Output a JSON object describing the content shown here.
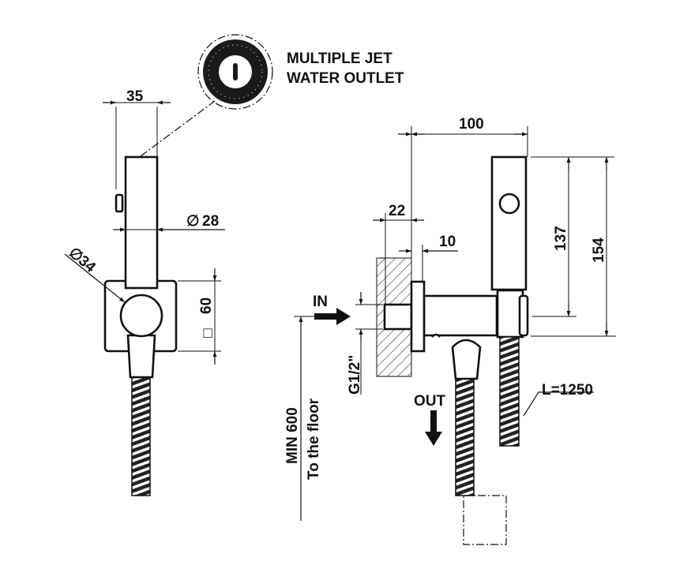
{
  "drawing": {
    "outlet_label_line1": "MULTIPLE JET",
    "outlet_label_line2": "WATER OUTLET",
    "dim_width_35": "35",
    "dim_diameter_28": "28",
    "dim_diameter_34": "34",
    "dim_square_60": "60",
    "dim_100": "100",
    "dim_22": "22",
    "dim_10": "10",
    "dim_137": "137",
    "dim_154": "154",
    "inlet_label": "IN",
    "thread_label": "G1/2\"",
    "outlet_label": "OUT",
    "hose_length_label": "L=1250",
    "min_height_label": "MIN 600",
    "floor_label": "To the floor",
    "diameter_symbol": "∅",
    "square_symbol": "□"
  }
}
